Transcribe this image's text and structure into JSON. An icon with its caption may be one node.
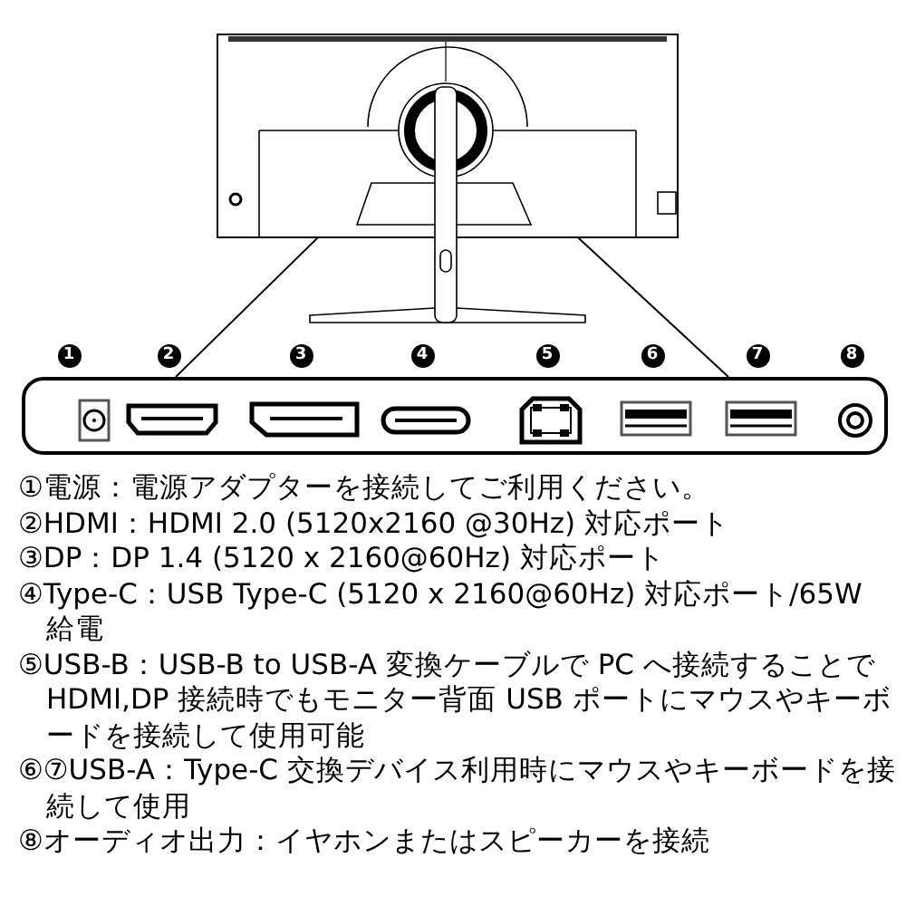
{
  "diagram": {
    "nodes": [
      {
        "text": [],
        "shape": "picture"
      },
      {
        "text": [],
        "shape": "box"
      }
    ],
    "edges": [
      {
        "from": 0,
        "to": 1,
        "arrow": "none"
      },
      {
        "from": 0,
        "to": 1,
        "arrow": "none"
      }
    ],
    "labels": [
      "1",
      "2",
      "3",
      "4",
      "5",
      "6",
      "7",
      "8",
      "①電源：電源アダプターを接続してご利用ください。",
      "②HDMI：HDMI 2.0 (5120x2160 @30Hz) 対応ポート",
      "③DP：DP 1.4 (5120 x 2160@60Hz) 対応ポート",
      "④Type-C：USB Type-C (5120 x 2160@60Hz) 対応ポート/65W 給電",
      "⑤USB-B：USB-B to USB-A 変換ケーブルで PC へ接続することで HDMI,DP 接続時でもモニター背面 USB ポートにマウスやキーボードを接続して使用可能",
      "⑥⑦USB-A：Type-C 交換デバイス利用時にマウスやキーボードを接続して使用",
      "⑧オーディオ出力：イヤホンまたはスピーカーを接続"
    ]
  }
}
